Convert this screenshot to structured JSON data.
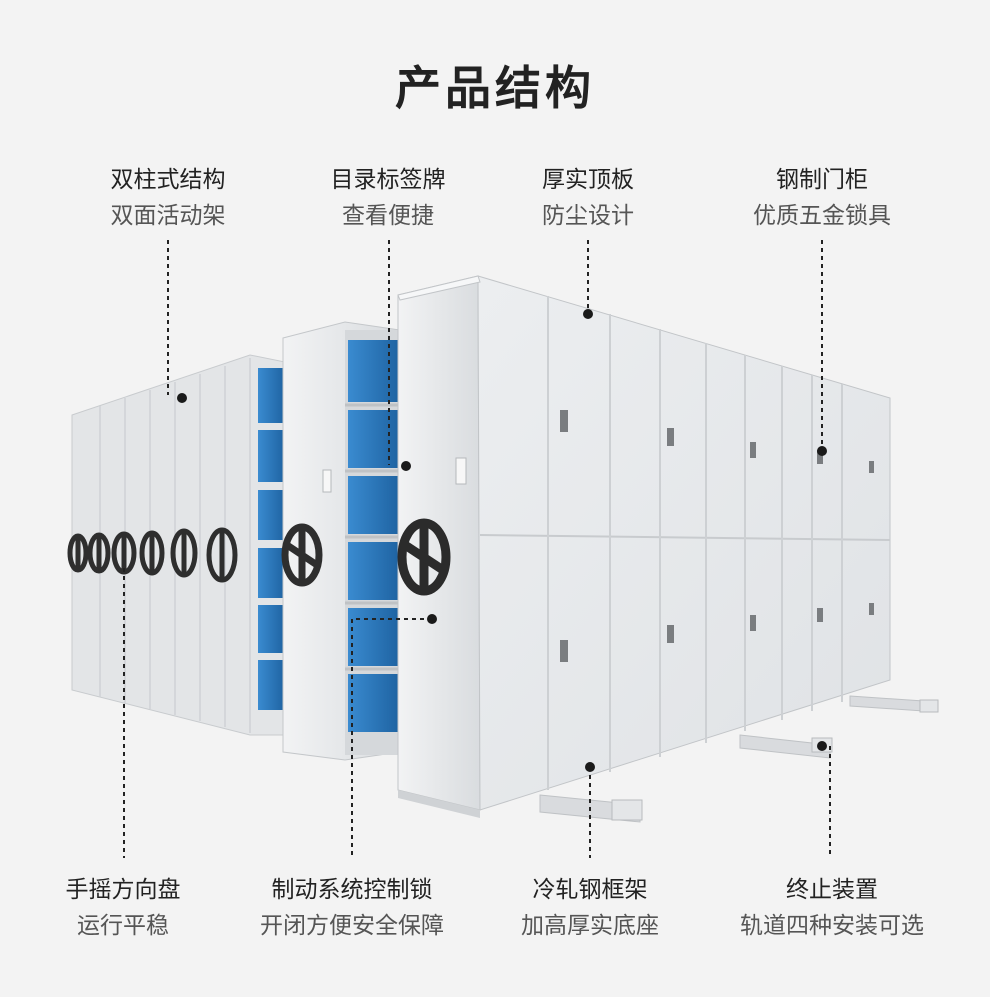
{
  "title": "产品结构",
  "callouts": {
    "double_column": {
      "main": "双柱式结构",
      "sub": "双面活动架"
    },
    "label_card": {
      "main": "目录标签牌",
      "sub": "查看便捷"
    },
    "top_plate": {
      "main": "厚实顶板",
      "sub": "防尘设计"
    },
    "steel_door": {
      "main": "钢制门柜",
      "sub": "优质五金锁具"
    },
    "handwheel": {
      "main": "手摇方向盘",
      "sub": "运行平稳"
    },
    "brake_lock": {
      "main": "制动系统控制锁",
      "sub": "开闭方便安全保障"
    },
    "base_frame": {
      "main": "冷轧钢框架",
      "sub": "加高厚实底座"
    },
    "end_stop": {
      "main": "终止装置",
      "sub": "轨道四种安装可选"
    }
  },
  "colors": {
    "background": "#f3f3f3",
    "cabinet": "#e6e8ea",
    "cabinet_shadow": "#cfd2d5",
    "binder_blue": "#2f7fc1",
    "handwheel": "#2e2e2e",
    "callout_line": "#222222"
  }
}
